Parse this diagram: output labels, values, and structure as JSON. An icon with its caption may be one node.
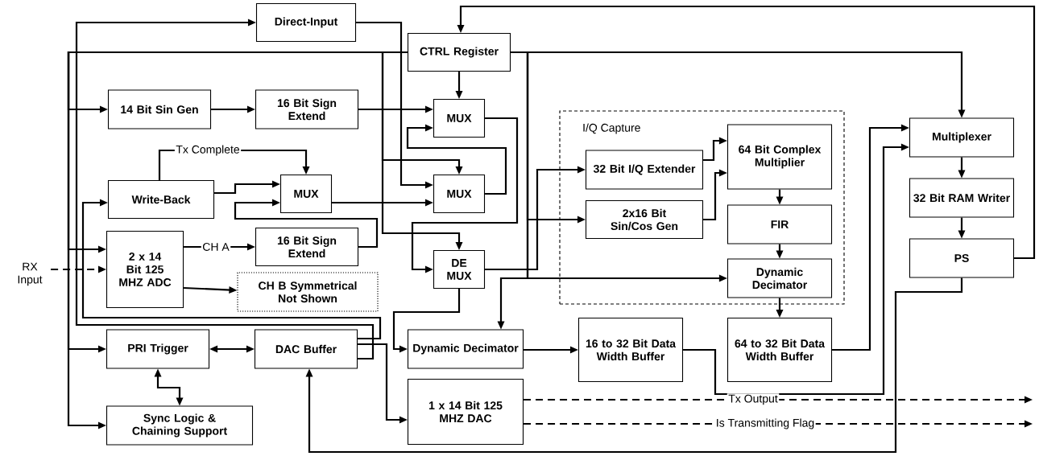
{
  "diagram": {
    "nodes": [
      {
        "text": [
          "Direct-Input"
        ]
      },
      {
        "text": [
          "CTRL Register"
        ]
      },
      {
        "text": [
          "14 Bit Sin Gen"
        ]
      },
      {
        "text": [
          "16 Bit Sign Extend"
        ]
      },
      {
        "text": [
          "MUX"
        ]
      },
      {
        "text": [
          "I/Q Capture"
        ]
      },
      {
        "text": [
          "32 Bit I/Q Extender"
        ],
        "in": 5
      },
      {
        "text": [
          "64 Bit Complex Multiplier"
        ],
        "in": 5
      },
      {
        "text": [
          "Write-Back"
        ]
      },
      {
        "text": [
          "MUX"
        ]
      },
      {
        "text": [
          "MUX"
        ]
      },
      {
        "text": [
          "2x16 Bit Sin/Cos Gen"
        ],
        "in": 5
      },
      {
        "text": [
          "FIR"
        ],
        "in": 5
      },
      {
        "text": [
          "Multiplexer"
        ]
      },
      {
        "text": [
          "32 Bit RAM Writer"
        ]
      },
      {
        "text": [
          "2 x 14 Bit 125 MHZ ADC"
        ]
      },
      {
        "text": [
          "16 Bit Sign Extend"
        ]
      },
      {
        "text": [
          "DE MUX"
        ]
      },
      {
        "text": [
          "Dynamic Decimator"
        ],
        "in": 5
      },
      {
        "text": [
          "PS"
        ]
      },
      {
        "text": [
          "CH B Symmetrical Not Shown"
        ]
      },
      {
        "text": [
          "PRI Trigger"
        ]
      },
      {
        "text": [
          "DAC Buffer"
        ]
      },
      {
        "text": [
          "Dynamic Decimator"
        ]
      },
      {
        "text": [
          "16 to 32 Bit Data Width Buffer"
        ]
      },
      {
        "text": [
          "64 to 32 Bit Data Width Buffer"
        ]
      },
      {
        "text": [
          "1 x 14 Bit 125 MHZ DAC"
        ]
      },
      {
        "text": [
          "Sync Logic & Chaining Support"
        ]
      },
      {
        "text": [
          "RX Input"
        ]
      }
    ],
    "edges": [
      {
        "from": 28,
        "to": 15,
        "arrow": "to",
        "style": "dashed"
      },
      {
        "from": 1,
        "to": 2,
        "arrow": "to"
      },
      {
        "from": 1,
        "to": 15,
        "arrow": "to"
      },
      {
        "from": 1,
        "to": 21,
        "arrow": "to"
      },
      {
        "from": 1,
        "to": 27,
        "arrow": "to"
      },
      {
        "from": 1,
        "to": 4,
        "arrow": "to"
      },
      {
        "from": 1,
        "to": 10,
        "arrow": "to"
      },
      {
        "from": 1,
        "to": 17,
        "arrow": "to"
      },
      {
        "from": 1,
        "to": 13,
        "arrow": "to"
      },
      {
        "from": 1,
        "to": 11,
        "arrow": "to"
      },
      {
        "from": 1,
        "to": 18,
        "arrow": "to"
      },
      {
        "from": 1,
        "to": 23,
        "arrow": "to"
      },
      {
        "from": 19,
        "to": 1,
        "arrow": "to"
      },
      {
        "from": 0,
        "to": 10,
        "arrow": "to"
      },
      {
        "from": 22,
        "to": 0,
        "arrow": "to"
      },
      {
        "from": 22,
        "to": 8,
        "arrow": "to"
      },
      {
        "from": 2,
        "to": 3,
        "arrow": "to"
      },
      {
        "from": 3,
        "to": 4,
        "arrow": "to"
      },
      {
        "from": 10,
        "to": 4,
        "arrow": "to"
      },
      {
        "from": 4,
        "to": 17,
        "arrow": "to"
      },
      {
        "from": 8,
        "to": 9,
        "arrow": "to",
        "label": "Tx Complete"
      },
      {
        "from": 8,
        "to": 9,
        "arrow": "to"
      },
      {
        "from": 9,
        "to": 10,
        "arrow": "to"
      },
      {
        "from": 16,
        "to": 9,
        "arrow": "to"
      },
      {
        "from": 15,
        "to": 16,
        "arrow": "to",
        "label": "CH A"
      },
      {
        "from": 15,
        "to": 20,
        "arrow": "to"
      },
      {
        "from": 17,
        "to": 6,
        "arrow": "to"
      },
      {
        "from": 17,
        "to": 23,
        "arrow": "to"
      },
      {
        "from": 6,
        "to": 7,
        "arrow": "to"
      },
      {
        "from": 11,
        "to": 7,
        "arrow": "to"
      },
      {
        "from": 7,
        "to": 12,
        "arrow": "to"
      },
      {
        "from": 12,
        "to": 18,
        "arrow": "to"
      },
      {
        "from": 18,
        "to": 25,
        "arrow": "to"
      },
      {
        "from": 23,
        "to": 24,
        "arrow": "to"
      },
      {
        "from": 24,
        "to": 13,
        "arrow": "to"
      },
      {
        "from": 25,
        "to": 13,
        "arrow": "to"
      },
      {
        "from": 13,
        "to": 14,
        "arrow": "to"
      },
      {
        "from": 14,
        "to": 19,
        "arrow": "to"
      },
      {
        "from": 19,
        "to": 22,
        "arrow": "to"
      },
      {
        "from": 21,
        "to": 22,
        "arrow": "both"
      },
      {
        "from": 21,
        "to": 27,
        "arrow": "both"
      },
      {
        "from": 22,
        "to": 26,
        "arrow": "to"
      },
      {
        "from": 26,
        "to": null,
        "arrow": "to",
        "style": "dashed",
        "label": "Tx Output"
      },
      {
        "from": 26,
        "to": null,
        "arrow": "to",
        "style": "dashed",
        "label": "Is Transmitting Flag"
      }
    ]
  }
}
